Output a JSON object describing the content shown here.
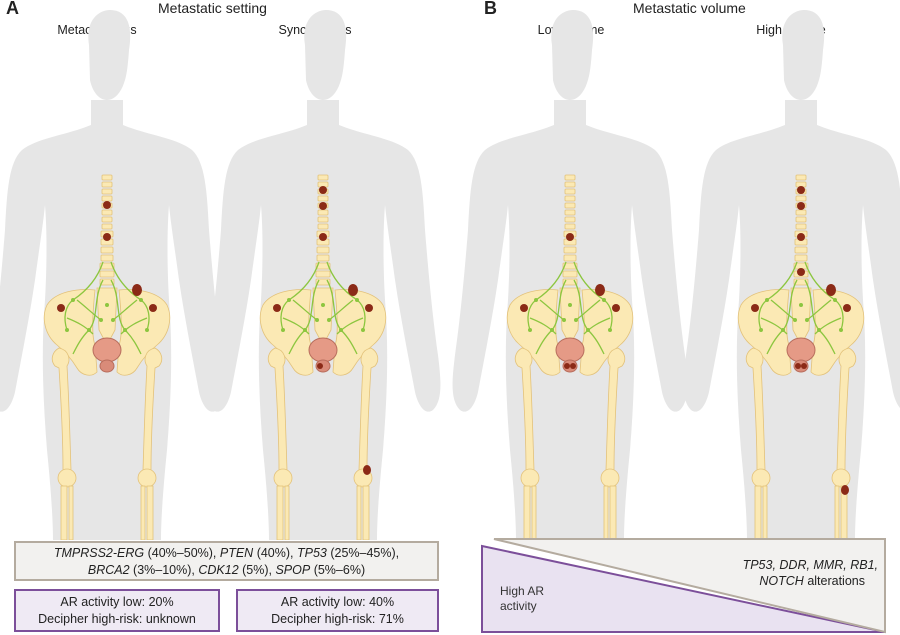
{
  "panel_a": {
    "letter": "A",
    "title": "Metastatic setting",
    "figures": [
      {
        "label": "Metachronous",
        "sites": [
          "spine-upper",
          "spine-mid",
          "pelvis-left",
          "pelvis-right",
          "sacrum"
        ]
      },
      {
        "label": "Synchronous",
        "sites": [
          "spine-upper",
          "spine-upper2",
          "spine-mid",
          "pelvis-left",
          "pelvis-right",
          "sacrum",
          "femur-left"
        ]
      }
    ]
  },
  "panel_b": {
    "letter": "B",
    "title": "Metastatic volume",
    "figures": [
      {
        "label": "Low volume",
        "sites": [
          "spine-mid",
          "pelvis-left",
          "pelvis-right",
          "sacrum"
        ]
      },
      {
        "label": "High volume",
        "sites": [
          "spine-upper",
          "spine-upper2",
          "spine-mid",
          "spine-lower",
          "pelvis-left",
          "pelvis-right",
          "sacrum",
          "femur-left"
        ]
      }
    ]
  },
  "genes": {
    "g1": "TMPRSS2-ERG",
    "v1": " (40%–50%), ",
    "g2": "PTEN",
    "v2": " (40%), ",
    "g3": "TP53",
    "v3": " (25%–45%),",
    "g4": "BRCA2",
    "v4": " (3%–10%), ",
    "g5": "CDK12",
    "v5": " (5%), ",
    "g6": "SPOP",
    "v6": " (5%–6%)"
  },
  "ar_left": {
    "line1": "AR activity low: 20%",
    "line2": "Decipher high-risk: unknown"
  },
  "ar_right": {
    "line1": "AR activity low: 40%",
    "line2": "Decipher high-risk: 71%"
  },
  "gradient": {
    "high_ar_line1": "High AR",
    "high_ar_line2": "activity",
    "alter_line1": "TP53, DDR, MMR, RB1,",
    "alter_line2": "NOTCH alterations"
  },
  "colors": {
    "silhouette": "#e6e6e6",
    "bone": "#fbe9b4",
    "bone_outline": "#e3c27a",
    "lesion": "#8b2a17",
    "prostate": "#e59a86",
    "lymph": "#8cc63f",
    "purple_border": "#7c4f9a",
    "purple_fill": "#e9e2f1",
    "gray_border": "#b4ab9f",
    "gray_fill": "#f2f1ef"
  }
}
